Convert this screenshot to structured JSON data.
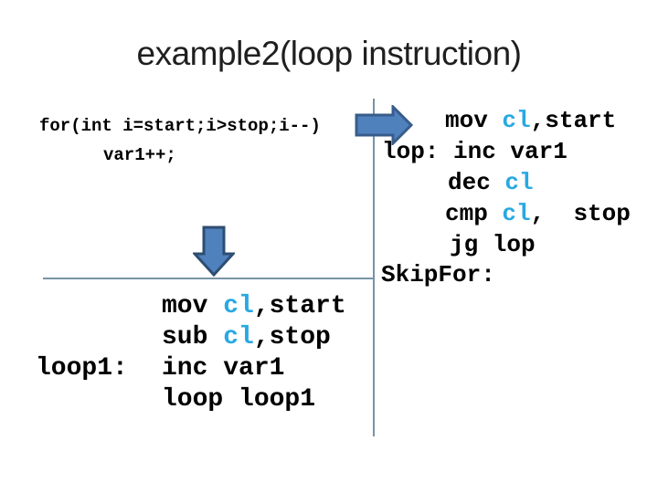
{
  "slide": {
    "title": "example2(loop instruction)"
  },
  "colors": {
    "background": "#ffffff",
    "title_text": "#1f1f1f",
    "code_text": "#000000",
    "register_cyan": "#29a9e1",
    "arrow_fill": "#4f81bd",
    "arrow_right_outline": "#385d8a",
    "arrow_down_outline": "#2e4d71",
    "divider_line": "#7793a7"
  },
  "icons": {
    "right_arrow": "right-block-arrow-icon",
    "down_arrow": "down-block-arrow-icon"
  },
  "csharp_code": {
    "line1": "for(int i=start;i>stop;i--)",
    "line2": "var1++;"
  },
  "asm_right": {
    "lines": [
      {
        "seg": [
          "mov ",
          "cl",
          ",start"
        ]
      },
      {
        "seg": [
          "lop: inc var1"
        ]
      },
      {
        "seg": [
          "dec ",
          "cl"
        ]
      },
      {
        "seg": [
          "cmp ",
          "cl",
          ",  stop"
        ]
      },
      {
        "seg": [
          "jg lop"
        ]
      },
      {
        "seg": [
          "SkipFor:"
        ]
      }
    ]
  },
  "asm_bottom": {
    "label": "loop1:",
    "lines": [
      {
        "seg": [
          "mov ",
          "cl",
          ",start"
        ]
      },
      {
        "seg": [
          "sub ",
          "cl",
          ",stop"
        ]
      },
      {
        "seg": [
          "inc var1"
        ]
      },
      {
        "seg": [
          "loop loop1"
        ]
      }
    ]
  }
}
